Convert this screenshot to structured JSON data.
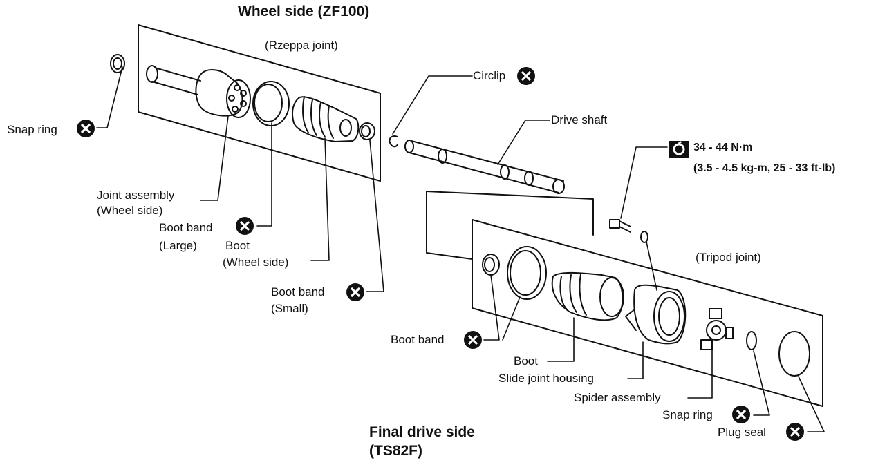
{
  "titles": {
    "wheel_side": "Wheel side (ZF100)",
    "final_drive_line1": "Final drive side",
    "final_drive_line2": "(TS82F)"
  },
  "subtitles": {
    "rzeppa": "(Rzeppa joint)",
    "tripod": "(Tripod joint)"
  },
  "labels": {
    "snap_ring_left": "Snap ring",
    "joint_assembly_1": "Joint assembly",
    "joint_assembly_2": "(Wheel side)",
    "boot_band_large_1": "Boot band",
    "boot_band_large_2": "(Large)",
    "boot_wheel_1": "Boot",
    "boot_wheel_2": "(Wheel side)",
    "boot_band_small_1": "Boot band",
    "boot_band_small_2": "(Small)",
    "circlip": "Circlip",
    "drive_shaft": "Drive shaft",
    "torque_1": "34 - 44 N·m",
    "torque_2": "(3.5 - 4.5 kg-m, 25 - 33 ft-lb)",
    "boot_band_final": "Boot band",
    "boot_final": "Boot",
    "slide_joint_housing": "Slide joint housing",
    "spider_assembly": "Spider assembly",
    "snap_ring_right": "Snap ring",
    "plug_seal": "Plug seal"
  },
  "icons": {
    "replace": "x-circle-icon",
    "torque": "wrench-icon"
  }
}
